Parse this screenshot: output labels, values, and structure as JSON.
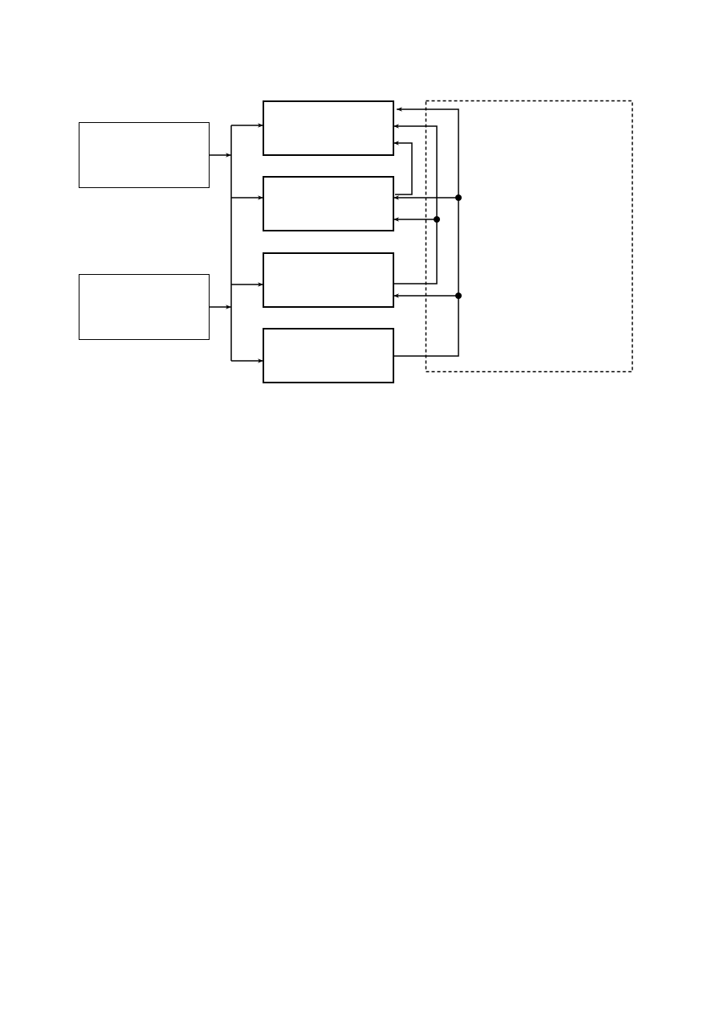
{
  "diagram": {
    "title": "",
    "blocks": [
      {
        "id": "left-block-1",
        "label": ""
      },
      {
        "id": "left-block-2",
        "label": ""
      },
      {
        "id": "center-block-1",
        "label": ""
      },
      {
        "id": "center-block-2",
        "label": ""
      },
      {
        "id": "center-block-3",
        "label": ""
      },
      {
        "id": "center-block-4",
        "label": ""
      }
    ],
    "dashed_region": {
      "label": ""
    },
    "colors": {
      "stroke": "#000000",
      "background": "#ffffff"
    }
  }
}
